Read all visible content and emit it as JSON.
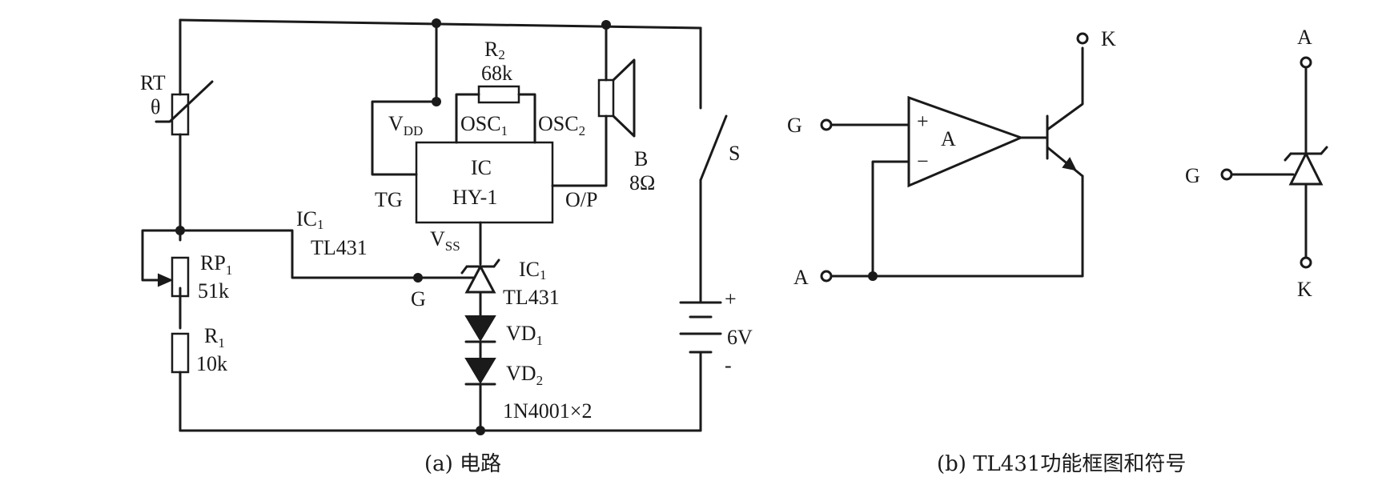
{
  "circuit_a": {
    "caption": "(a) 电路",
    "rt_label": "RT",
    "rt_theta": "θ",
    "rp1_label": "RP",
    "rp1_sub": "1",
    "rp1_value": "51k",
    "r1_label": "R",
    "r1_sub": "1",
    "r1_value": "10k",
    "r2_label": "R",
    "r2_sub": "2",
    "r2_value": "68k",
    "ic_label": "IC",
    "ic_part": "HY-1",
    "vdd_main": "V",
    "vdd_sub": "DD",
    "osc1_main": "OSC",
    "osc1_sub": "1",
    "osc2_main": "OSC",
    "osc2_sub": "2",
    "tg_label": "TG",
    "op_label": "O/P",
    "vss_main": "V",
    "vss_sub": "SS",
    "ic1_left_main": "IC",
    "ic1_left_sub": "1",
    "ic1_left_part": "TL431",
    "ic1_right_main": "IC",
    "ic1_right_sub": "1",
    "ic1_right_part": "TL431",
    "g_label": "G",
    "vd1_main": "VD",
    "vd1_sub": "1",
    "vd2_main": "VD",
    "vd2_sub": "2",
    "diode_part": "1N4001×2",
    "speaker_label": "B",
    "speaker_value": "8Ω",
    "switch_label": "S",
    "battery_plus": "+",
    "battery_value": "6V",
    "battery_minus": "-"
  },
  "circuit_b": {
    "caption": "(b) TL431功能框图和符号",
    "g_label": "G",
    "a_label": "A",
    "k_label": "K",
    "opamp_label": "A",
    "opamp_plus": "+",
    "opamp_minus": "−",
    "sym_a_label": "A",
    "sym_g_label": "G",
    "sym_k_label": "K"
  }
}
